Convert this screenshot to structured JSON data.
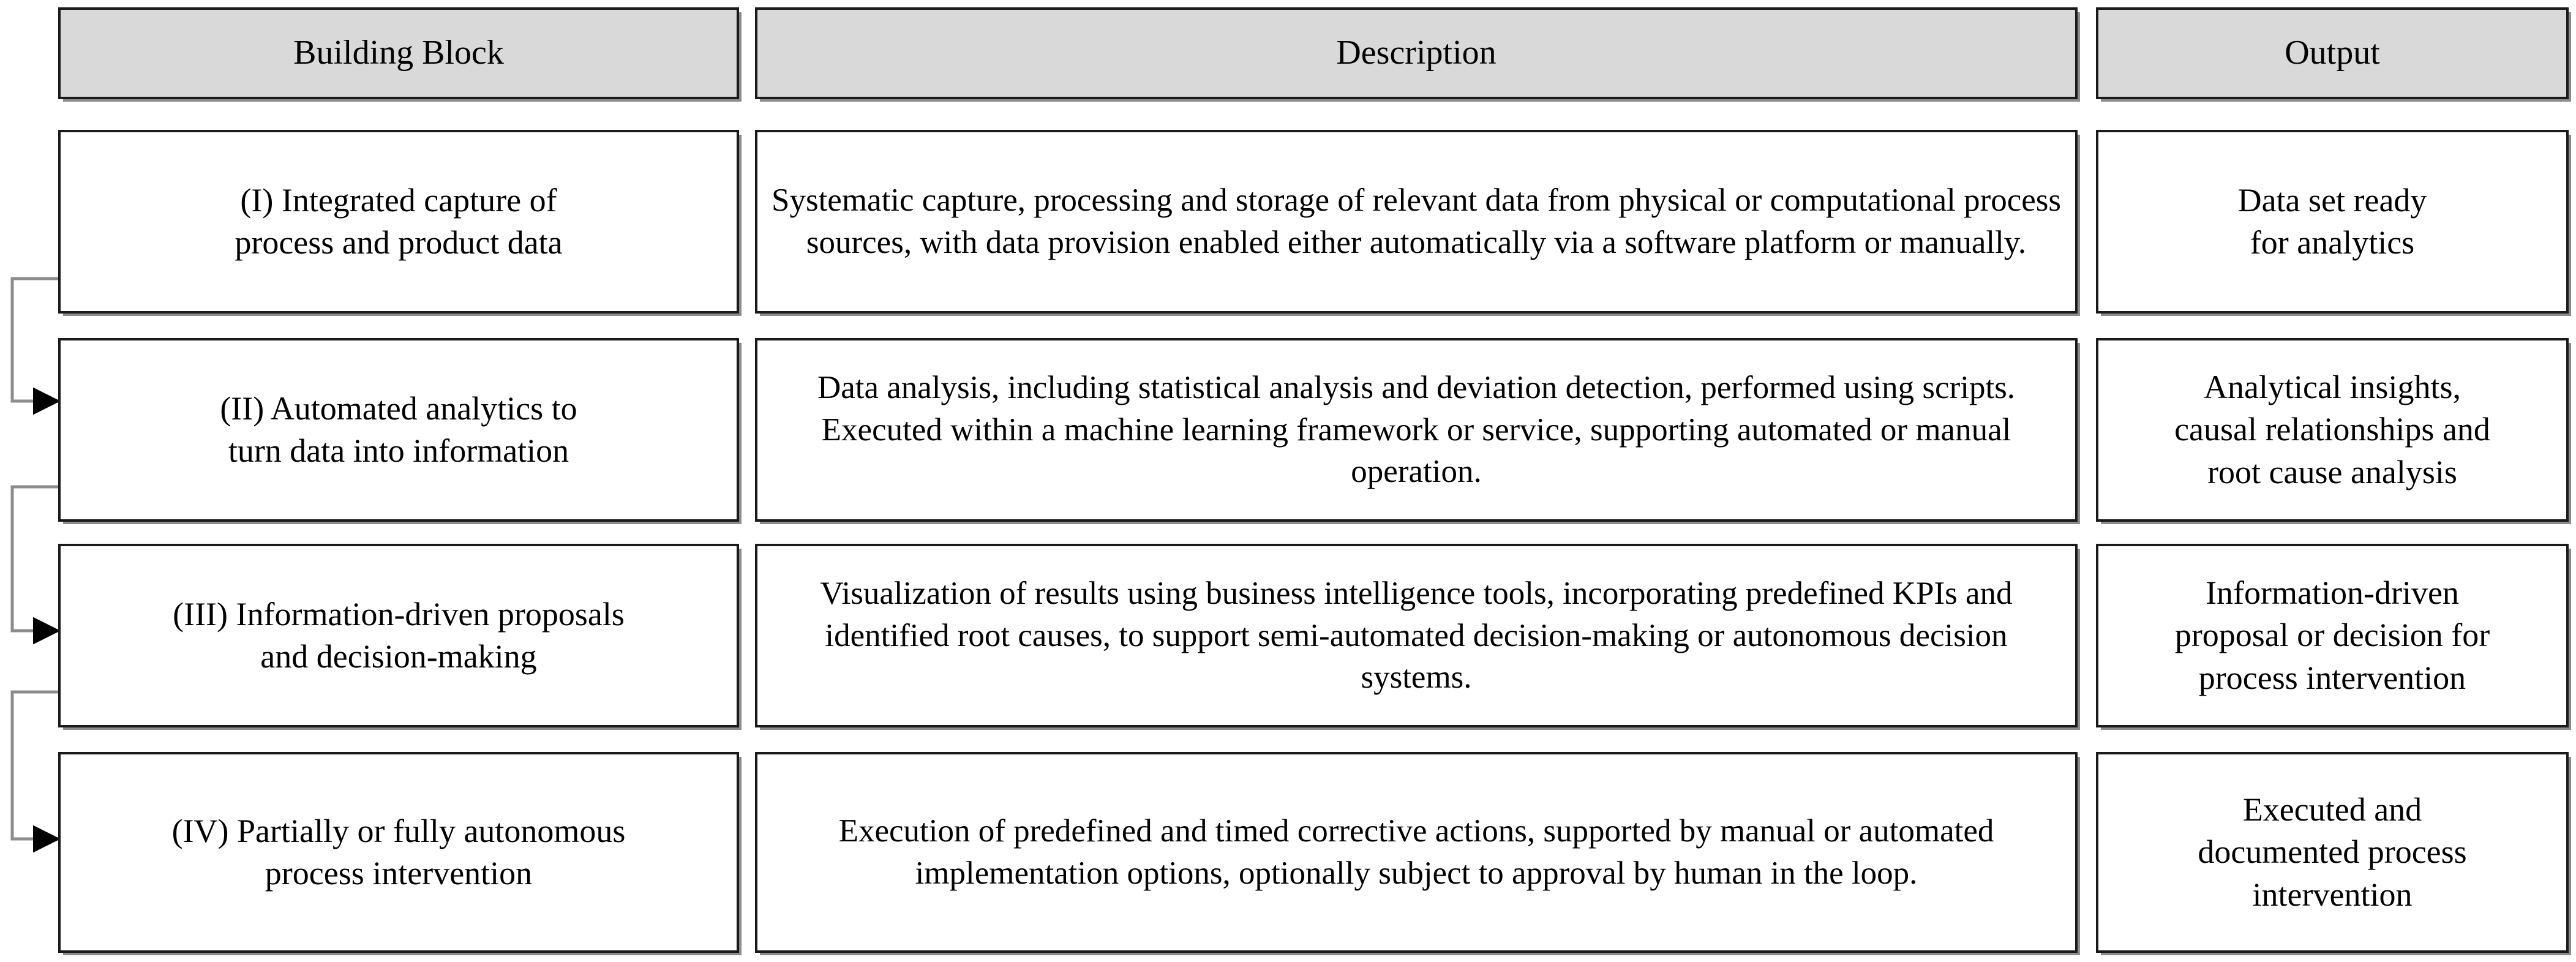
{
  "table": {
    "headers": [
      {
        "id": "building-block",
        "label": "Building Block"
      },
      {
        "id": "description",
        "label": "Description"
      },
      {
        "id": "output",
        "label": "Output"
      }
    ],
    "rows": [
      {
        "id": "row-i",
        "block": "(I) Integrated capture of\nprocess and product data",
        "description": "Systematic capture, processing and storage of relevant data from physical or computational process sources, with data provision enabled either automatically via a software platform or manually.",
        "output": "Data set ready\nfor analytics"
      },
      {
        "id": "row-ii",
        "block": "(II) Automated analytics to\nturn data into information",
        "description": "Data analysis, including statistical analysis and deviation detection, performed using scripts. Executed within a machine learning framework or service, supporting automated or manual operation.",
        "output": "Analytical insights,\ncausal relationships and\nroot cause analysis"
      },
      {
        "id": "row-iii",
        "block": "(III) Information-driven proposals\nand decision-making",
        "description": "Visualization of results using business intelligence tools, incorporating predefined KPIs and identified root causes, to support semi-automated decision-making or autonomous decision systems.",
        "output": "Information-driven\nproposal or decision for\nprocess intervention"
      },
      {
        "id": "row-iv",
        "block": "(IV) Partially or fully autonomous\nprocess intervention",
        "description": "Execution of predefined and timed corrective actions, supported by manual or automated implementation options, optionally subject to approval by human in the loop.",
        "output": "Executed and\ndocumented process\nintervention"
      }
    ]
  },
  "connectors": [
    {
      "id": "arrow-i-to-ii",
      "from": "row-i",
      "to": "row-ii",
      "style": "elbow-arrow"
    },
    {
      "id": "arrow-ii-to-iii",
      "from": "row-ii",
      "to": "row-iii",
      "style": "elbow-arrow"
    },
    {
      "id": "arrow-iii-to-iv",
      "from": "row-iii",
      "to": "row-iv",
      "style": "elbow-arrow"
    }
  ],
  "colors": {
    "header_fill": "#d9d9d9",
    "cell_fill": "#ffffff",
    "border": "#1a1a1a",
    "connector": "#6e6e6e",
    "arrowhead": "#000000",
    "background": "#ffffff"
  }
}
